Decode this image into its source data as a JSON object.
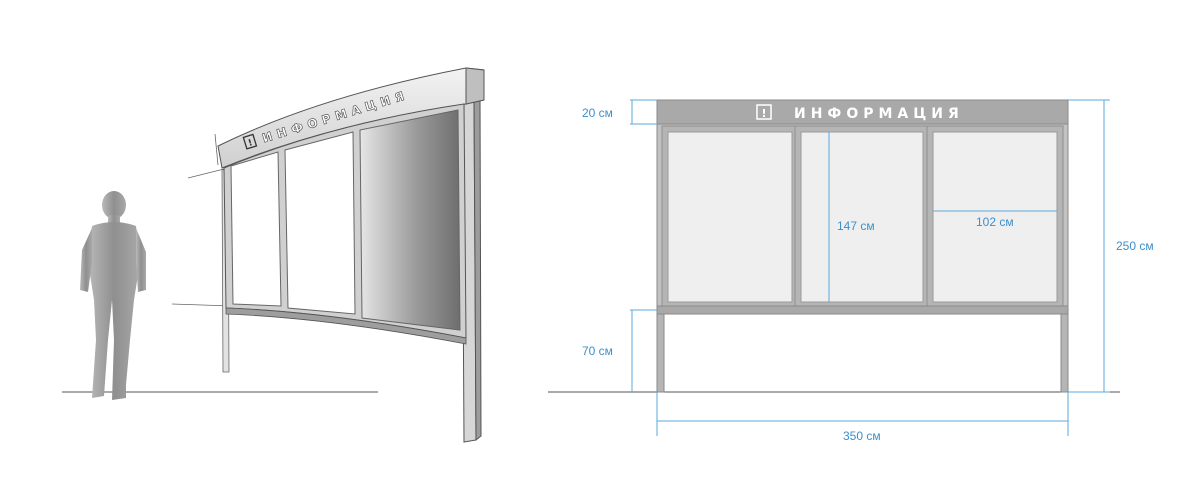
{
  "sign": {
    "title": "ИНФОРМАЦИЯ",
    "icon_label": "!",
    "icon_name": "exclamation-box-icon"
  },
  "dimensions": {
    "header_height": "20 см",
    "panel_height": "147 см",
    "panel_width": "102 см",
    "total_height": "250 см",
    "leg_height": "70 см",
    "total_width": "350 см"
  },
  "colors": {
    "dimension_line": "#5aa9dd",
    "dimension_text": "#3d8fc9",
    "frame": "#a7a7a7",
    "panel": "#efefef",
    "header_bar": "#a9a9a9",
    "person": "#9a9a9a"
  }
}
